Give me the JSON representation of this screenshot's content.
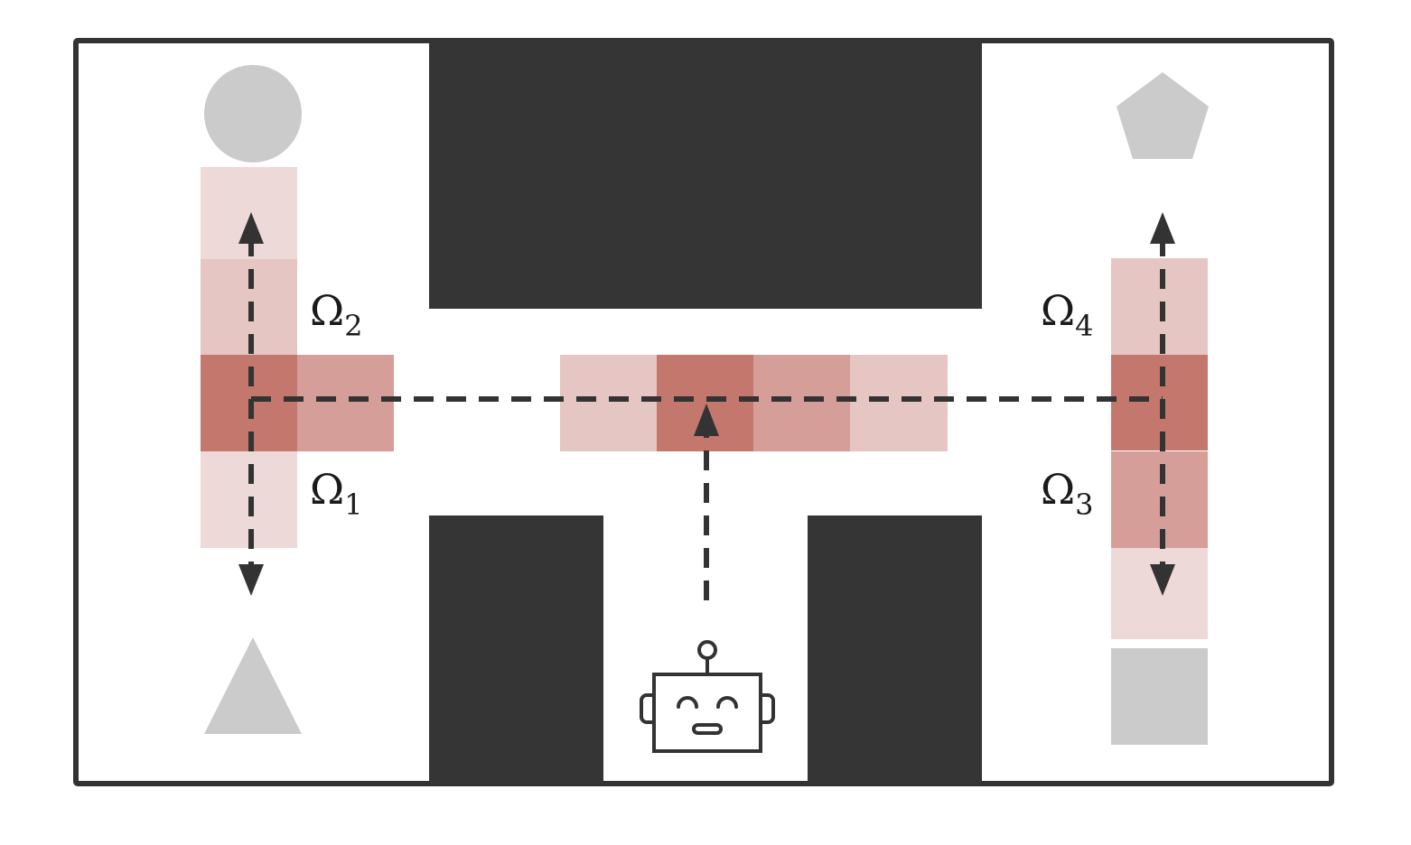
{
  "labels": {
    "omega1": {
      "base": "Ω",
      "sub": "1"
    },
    "omega2": {
      "base": "Ω",
      "sub": "2"
    },
    "omega3": {
      "base": "Ω",
      "sub": "3"
    },
    "omega4": {
      "base": "Ω",
      "sub": "4"
    }
  },
  "goals": {
    "top_left": "circle",
    "bottom_left": "triangle",
    "top_right": "pentagon",
    "bottom_right": "square"
  },
  "agent_icon": "robot-icon",
  "colors": {
    "wall": "#353535",
    "border": "#333333",
    "goal": "#cbcbcb",
    "cell_light": "#eed9d9",
    "cell_pale": "#e5c6c2",
    "cell_mid": "#d59e98",
    "cell_dark": "#c3776d",
    "path": "#333333"
  }
}
